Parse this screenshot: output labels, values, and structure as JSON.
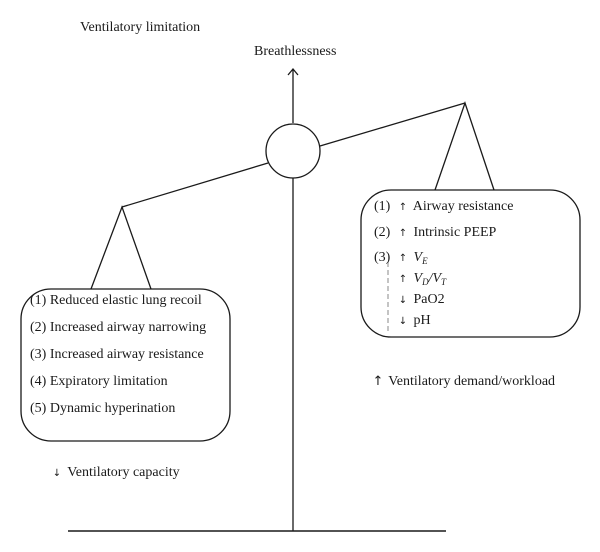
{
  "title": "Ventilatory limitation",
  "top_label": "Breathlessness",
  "left_side": {
    "caption_arrow": "↓",
    "caption": "Ventilatory capacity",
    "items": [
      {
        "num": "(1)",
        "text": "Reduced elastic lung recoil"
      },
      {
        "num": "(2)",
        "text": "Increased airway narrowing"
      },
      {
        "num": "(3)",
        "text": "Increased airway resistance"
      },
      {
        "num": "(4)",
        "text": "Expiratory limitation"
      },
      {
        "num": "(5)",
        "text": "Dynamic hyperination"
      }
    ]
  },
  "right_side": {
    "caption_arrow": "↑",
    "caption": "Ventilatory demand/workload",
    "items": [
      {
        "num": "(1)",
        "arrow": "↑",
        "text": "Airway resistance"
      },
      {
        "num": "(2)",
        "arrow": "↑",
        "text": "Intrinsic PEEP"
      },
      {
        "num": "(3)",
        "arrow": "↑",
        "var": "V",
        "sub": "E"
      },
      {
        "num": "",
        "arrow": "↑",
        "var": "V",
        "sub": "D",
        "sep": "/",
        "var2": "V",
        "sub2": "T"
      },
      {
        "num": "",
        "arrow": "↓",
        "text": "PaO2"
      },
      {
        "num": "",
        "arrow": "↓",
        "text": "pH"
      }
    ]
  }
}
